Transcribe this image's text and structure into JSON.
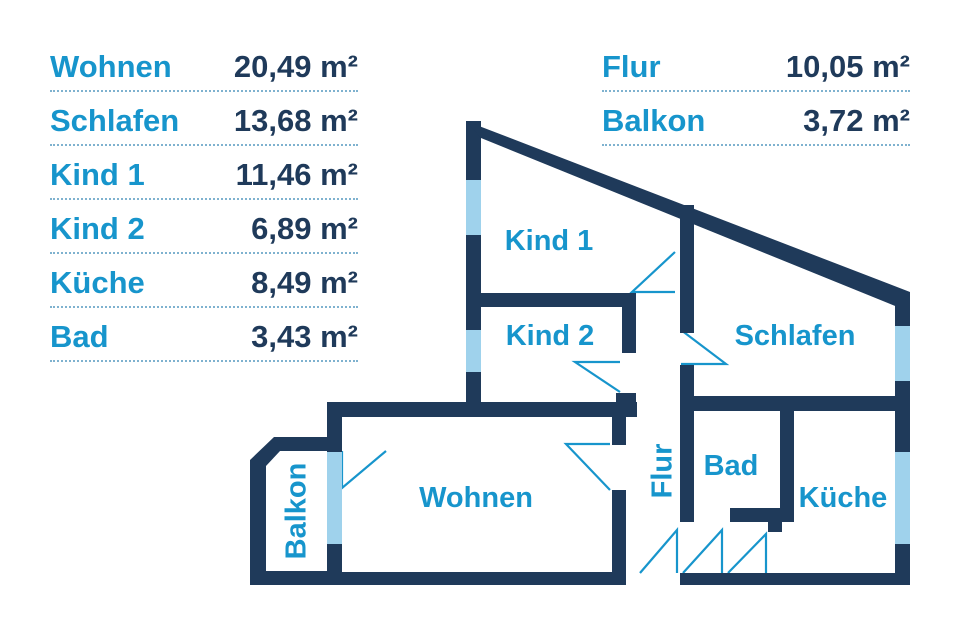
{
  "table_left": [
    {
      "room": "Wohnen",
      "area": "20,49 m²"
    },
    {
      "room": "Schlafen",
      "area": "13,68 m²"
    },
    {
      "room": "Kind 1",
      "area": "11,46 m²"
    },
    {
      "room": "Kind 2",
      "area": "6,89 m²"
    },
    {
      "room": "Küche",
      "area": "8,49 m²"
    },
    {
      "room": "Bad",
      "area": "3,43 m²"
    }
  ],
  "table_right": [
    {
      "room": "Flur",
      "area": "10,05 m²"
    },
    {
      "room": "Balkon",
      "area": "3,72 m²"
    }
  ],
  "plan_labels": {
    "kind1": "Kind 1",
    "kind2": "Kind 2",
    "schlafen": "Schlafen",
    "wohnen": "Wohnen",
    "flur": "Flur",
    "bad": "Bad",
    "kueche": "Küche",
    "balkon": "Balkon"
  },
  "colors": {
    "wall": "#1f3a5a",
    "window": "#9fd2ec",
    "label": "#1795cc",
    "door": "#1795cc"
  }
}
